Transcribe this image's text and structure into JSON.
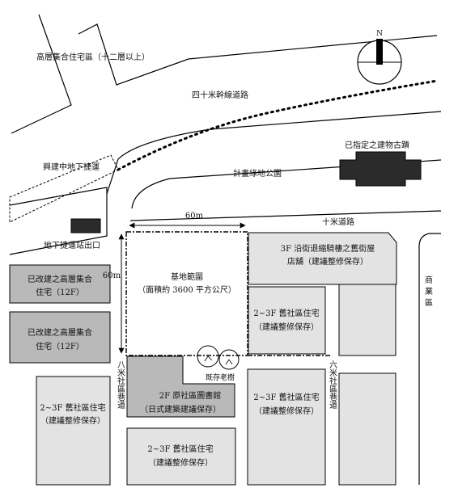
{
  "labels": {
    "highrise_zone": "高層集合住宅區（十二層以上）",
    "arterial_road": "四十米幹線道路",
    "historic_site": "已指定之建物古蹟",
    "metro_construction": "興建中地下捷運",
    "planned_park": "計畫綠地公園",
    "metro_exit": "地下捷運站出口",
    "road_10m": "十米道路",
    "dim_width": "60m",
    "dim_height": "60m",
    "site_title": "基地範圍",
    "site_area": "（面積約 3600 平方公尺）",
    "arcade_line1": "3F 沿街退縮騎樓之舊街屋",
    "arcade_line2": "店舖（建議整修保存）",
    "rebuilt_highrise_12f_line1": "已改建之高層集合",
    "rebuilt_highrise_12f_line2": "住宅（12F）",
    "rebuilt_highrise_line1": "已改建之高層集合",
    "rebuilt_highrise_line2": "住宅（12F）",
    "old_house_right_line1": "2~3F 舊社區住宅",
    "old_house_right_line2": "（建議整修保存）",
    "commercial_zone": "商業區",
    "alley_8m": "八米社區巷道",
    "alley_6m": "六米社區巷道",
    "old_trees": "既存老樹",
    "library_line1": "2F 原社區圖書館",
    "library_line2": "（日式建築建議保存）",
    "old_house_left_line1": "2~3F 舊社區住宅",
    "old_house_left_line2": "（建議整修保存）",
    "old_house_center_line1": "2~3F 舊社區住宅",
    "old_house_center_line2": "（建議整修保存）",
    "old_house_bottom_line1": "2~3F 舊社區住宅",
    "old_house_bottom_line2": "（建議整修保存）",
    "north": "N"
  }
}
